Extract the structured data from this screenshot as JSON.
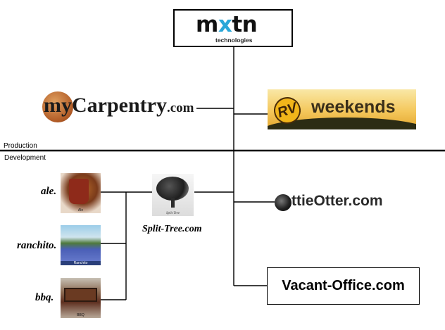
{
  "root": {
    "logo_word_a": "m",
    "logo_word_x": "x",
    "logo_word_b": "tn",
    "logo_sub": "technologies"
  },
  "production": {
    "label": "Production",
    "sites": [
      {
        "name_main": "myCarpentry",
        "name_suffix": ".com"
      },
      {
        "badge": "RV",
        "word": "weekends"
      }
    ]
  },
  "development": {
    "label": "Development",
    "hub": {
      "name": "Split-Tree.com",
      "thumb_caption": "Split Tree"
    },
    "children": [
      {
        "label": "ale.",
        "thumb_caption": "Ale"
      },
      {
        "label": "ranchito.",
        "thumb_caption": "Ranchito"
      },
      {
        "label": "bbq.",
        "thumb_caption": "BBQ"
      }
    ],
    "sites": [
      {
        "name": "ttieOtter.com"
      },
      {
        "name": "Vacant-Office.com"
      }
    ]
  },
  "colors": {
    "line": "#000000",
    "accent_x": "#2aa7d8",
    "rv_sun": "#f4c75b"
  },
  "icons": {
    "otter": "otter-ball-icon",
    "rv": "rv-badge-icon"
  }
}
